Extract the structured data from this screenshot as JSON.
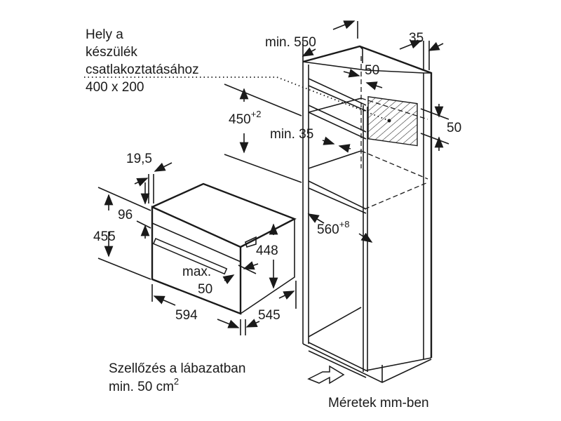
{
  "labels": {
    "connection_line1": "Hely a",
    "connection_line2": "készülék",
    "connection_line3": "csatlakoztatásához",
    "connection_size": "400 x 200",
    "min550": "min. 550",
    "d35": "35",
    "d50_top": "50",
    "d50_right": "50",
    "d450": "450",
    "d450_tol": "+2",
    "min35": "min. 35",
    "d19_5": "19,5",
    "d96": "96",
    "d455": "455",
    "d448": "448",
    "max": "max.",
    "max50": "50",
    "d594": "594",
    "d545": "545",
    "d560": "560",
    "d560_tol": "+8",
    "vent_line1": "Szellőzés a lábazatban",
    "vent_line2": "min. 50 cm",
    "vent_sup": "2",
    "units": "Méretek mm-ben"
  }
}
